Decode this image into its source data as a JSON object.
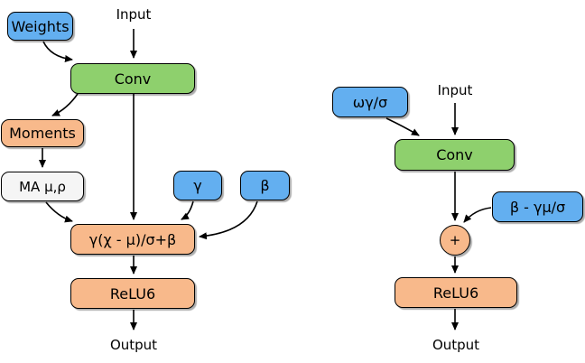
{
  "colors": {
    "blue": "#63aff0",
    "green": "#8ed06d",
    "orange": "#f8b98b",
    "light_gray": "#f5f5f5",
    "stroke": "#000000",
    "background": "#ffffff"
  },
  "left_diagram": {
    "input_label": "Input",
    "weights_box": "Weights",
    "conv_box": "Conv",
    "moments_box": "Moments",
    "moving_average_box": "MA μ,ρ",
    "gamma_box": "γ",
    "beta_box": "β",
    "batchnorm_box": "γ(χ - μ)/σ+β",
    "relu_box": "ReLU6",
    "output_label": "Output"
  },
  "right_diagram": {
    "input_label": "Input",
    "folded_weights_box": "ωγ/σ",
    "conv_box": "Conv",
    "folded_bias_box": "β - γμ/σ",
    "add_node": "+",
    "relu_box": "ReLU6",
    "output_label": "Output"
  }
}
